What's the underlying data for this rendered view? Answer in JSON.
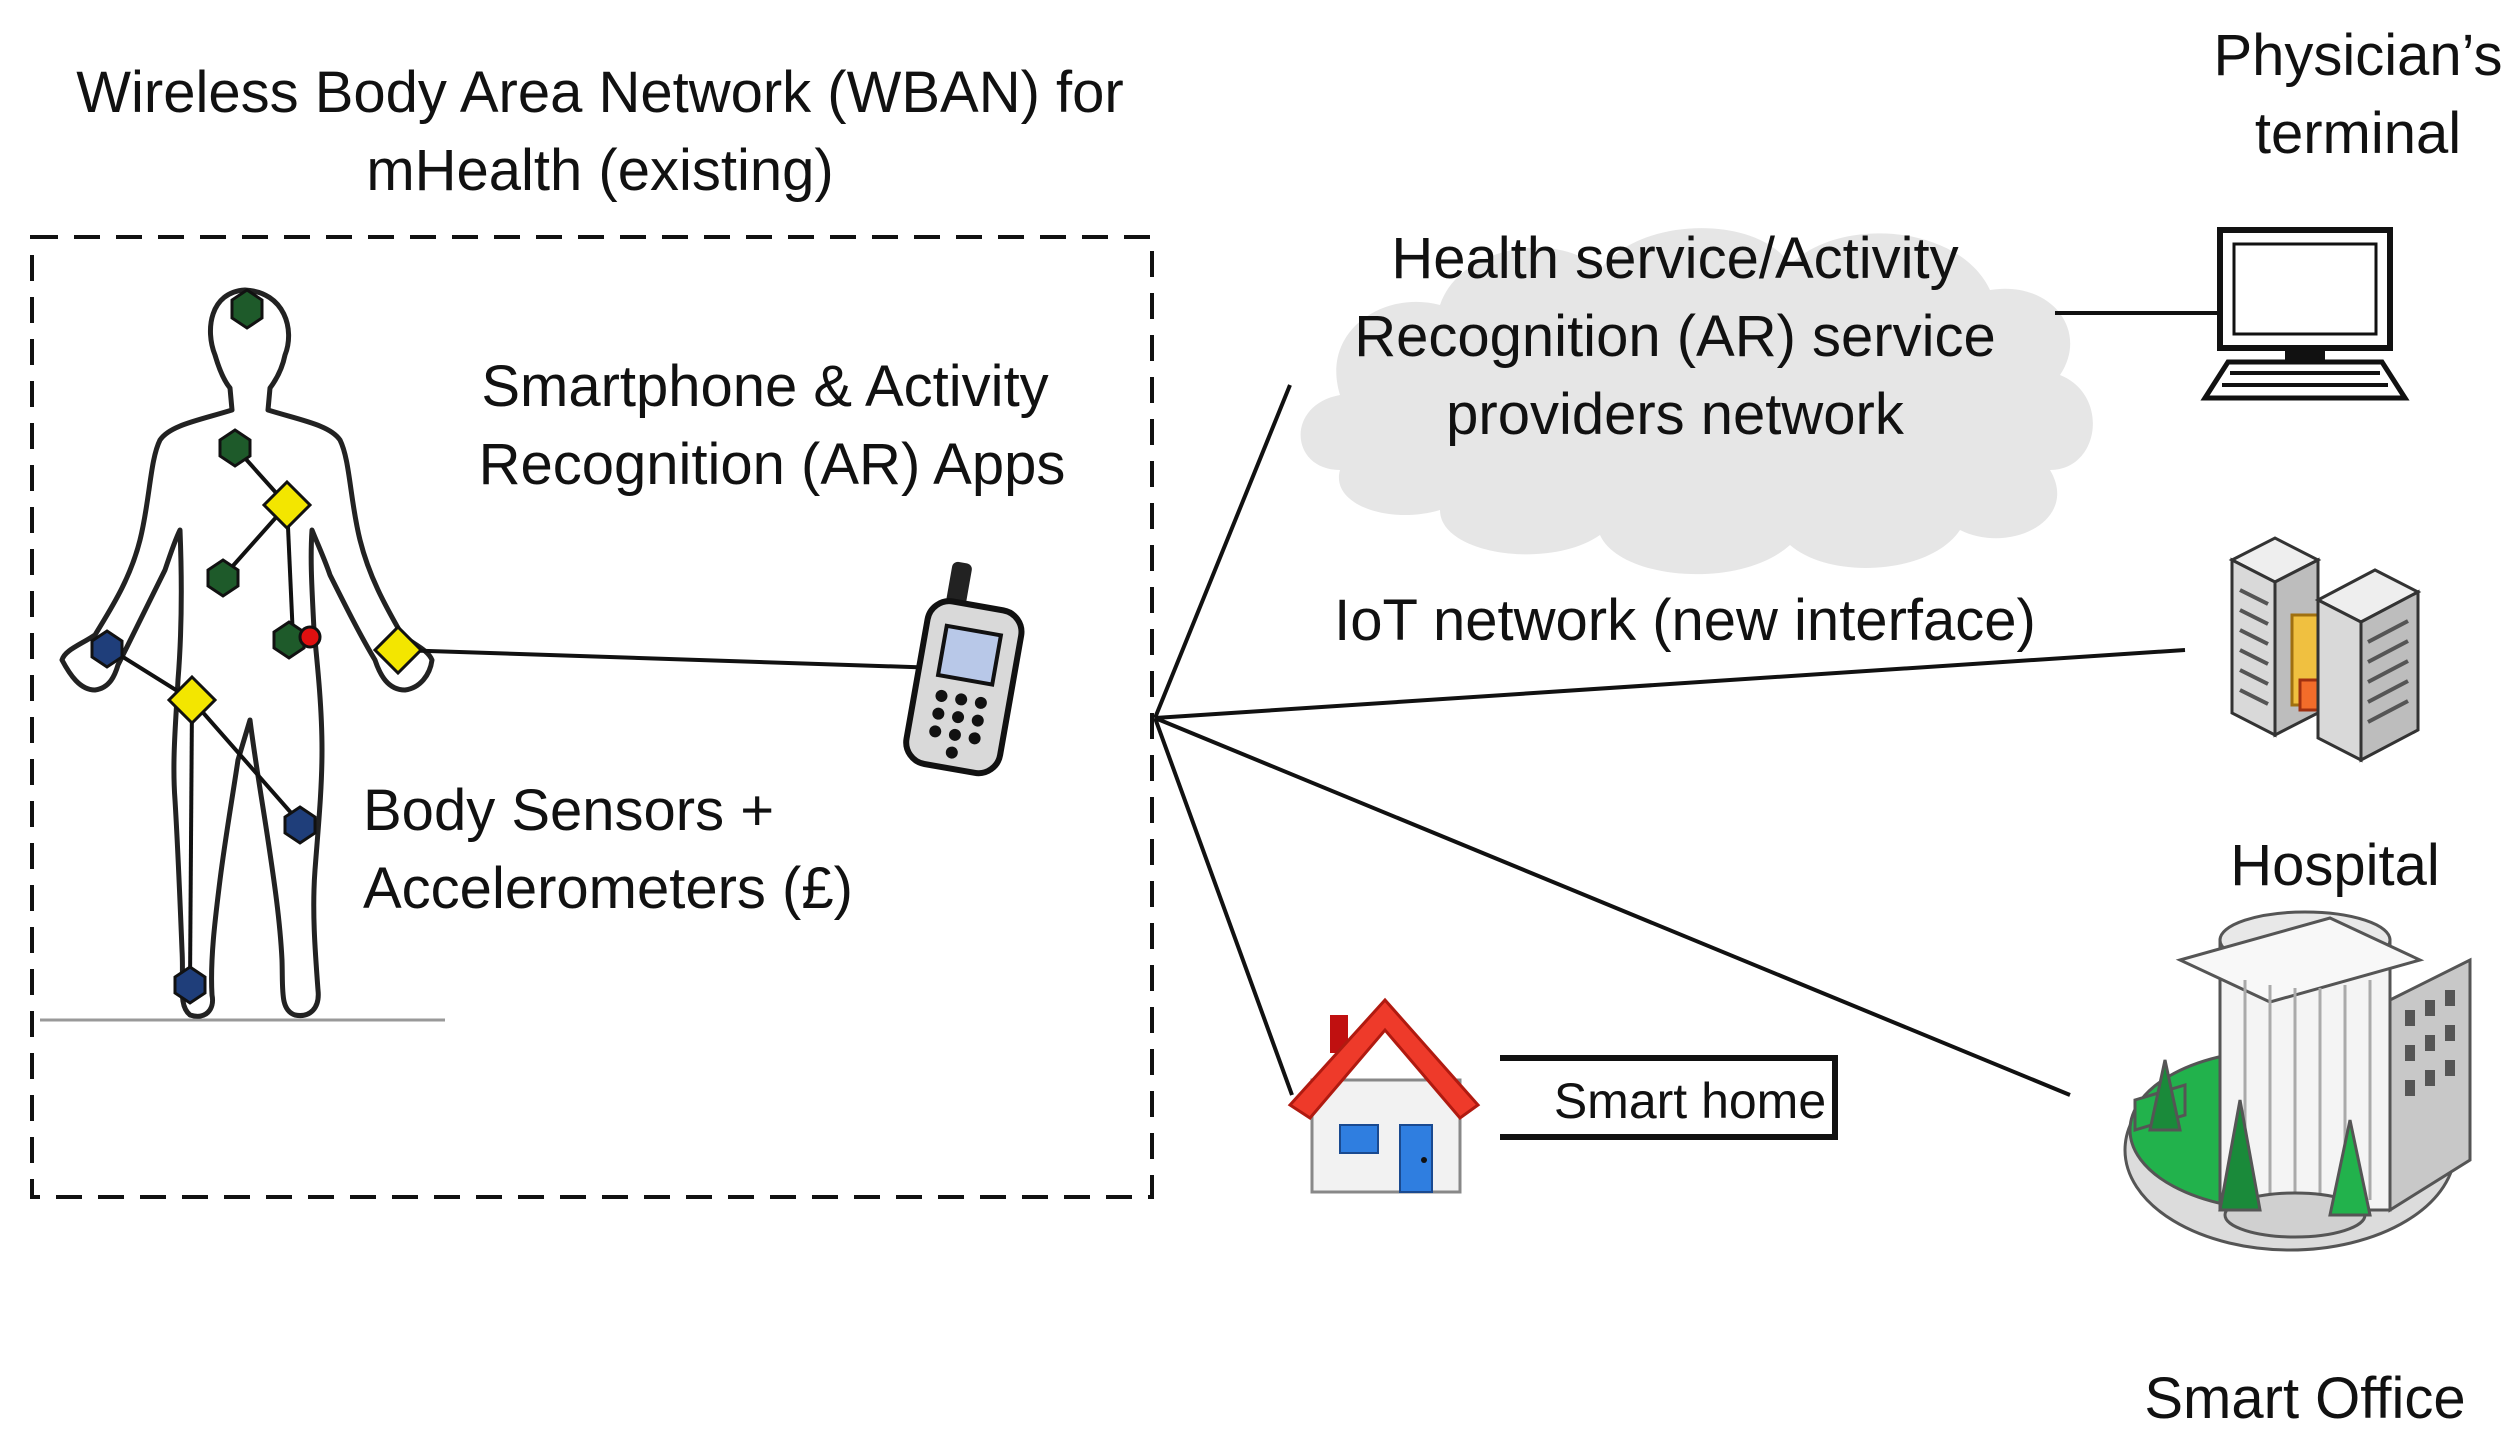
{
  "wban": {
    "title_line1": "Wireless Body Area Network (WBAN) for",
    "title_line2": "mHealth (existing)",
    "apps_line1": "Smartphone & Activity",
    "apps_line2": "Recognition (AR) Apps",
    "sensors_line1": "Body Sensors +",
    "sensors_line2": "Accelerometers (£)"
  },
  "cloud": {
    "line1": "Health service/Activity",
    "line2": "Recognition (AR) service",
    "line3": "providers network"
  },
  "iot": {
    "label": "IoT network (new interface)"
  },
  "physician": {
    "line1": "Physician’s",
    "line2": "terminal"
  },
  "hospital": {
    "label": "Hospital"
  },
  "smart_home": {
    "label": "Smart home"
  },
  "smart_office": {
    "label": "Smart Office"
  },
  "colors": {
    "sensor_yellow": "#f3e600",
    "sensor_green": "#1e5a2a",
    "sensor_blue": "#1f3e7a",
    "sensor_red": "#e01010",
    "cloud_fill": "#e6e6e6",
    "roof_red": "#ee3a2a",
    "office_green": "#22b24c"
  },
  "icons": [
    "human-body-icon",
    "mobile-phone-icon",
    "cloud-icon",
    "computer-terminal-icon",
    "hospital-servers-icon",
    "house-icon",
    "office-building-icon"
  ]
}
